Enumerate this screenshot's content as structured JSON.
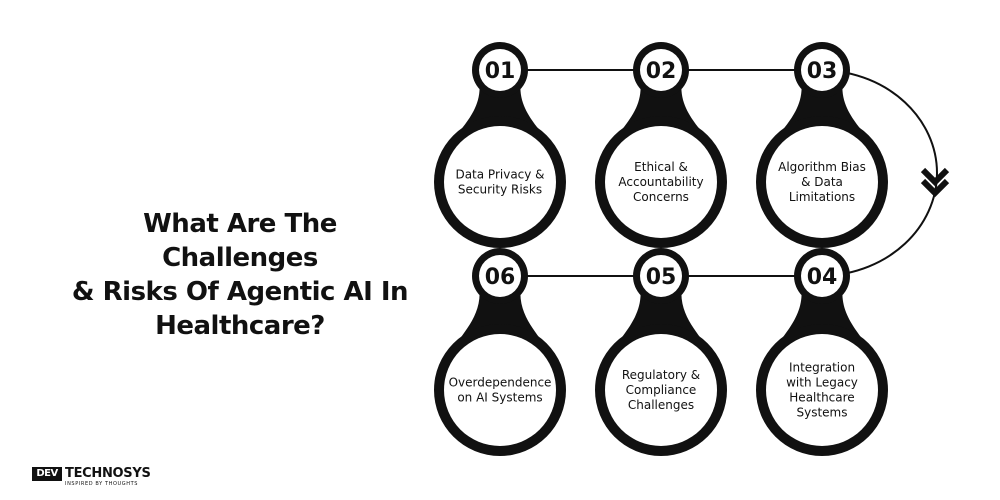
{
  "title": {
    "line1": "What Are The Challenges",
    "line2": "& Risks Of Agentic AI In",
    "line3": "Healthcare?"
  },
  "steps": [
    {
      "number": "01",
      "label_lines": [
        "Data Privacy &",
        "Security Risks"
      ]
    },
    {
      "number": "02",
      "label_lines": [
        "Ethical &",
        "Accountability",
        "Concerns"
      ]
    },
    {
      "number": "03",
      "label_lines": [
        "Algorithm Bias",
        "& Data",
        "Limitations"
      ]
    },
    {
      "number": "04",
      "label_lines": [
        "Integration",
        "with Legacy",
        "Healthcare",
        "Systems"
      ]
    },
    {
      "number": "05",
      "label_lines": [
        "Regulatory &",
        "Compliance",
        "Challenges"
      ]
    },
    {
      "number": "06",
      "label_lines": [
        "Overdependence",
        "on AI Systems"
      ]
    }
  ],
  "logo": {
    "mark": "DEV",
    "name": "TECHNOSYS",
    "tagline": "INSPIRED BY THOUGHTS"
  },
  "colors": {
    "ink": "#111111",
    "background": "#ffffff"
  }
}
